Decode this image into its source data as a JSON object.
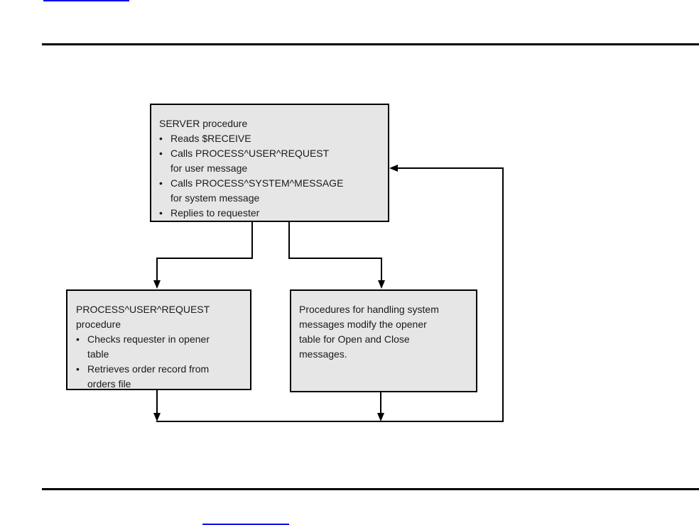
{
  "colors": {
    "link": "#0000ee",
    "box_fill": "#e6e6e6",
    "box_border": "#000000",
    "line": "#000000",
    "text": "#1a1a1a"
  },
  "diagram": {
    "bullet_char": "•",
    "server_box": {
      "title": "SERVER procedure",
      "items": [
        {
          "kind": "bullet",
          "text": "Reads $RECEIVE"
        },
        {
          "kind": "bullet",
          "text": "Calls PROCESS^USER^REQUEST"
        },
        {
          "kind": "cont",
          "text": "for user message"
        },
        {
          "kind": "bullet",
          "text": "Calls PROCESS^SYSTEM^MESSAGE"
        },
        {
          "kind": "cont",
          "text": "for system message"
        },
        {
          "kind": "bullet",
          "text": "Replies to requester"
        }
      ]
    },
    "user_box": {
      "title_line1": "PROCESS^USER^REQUEST",
      "title_line2": "procedure",
      "items": [
        {
          "kind": "bullet",
          "text": "Checks requester in opener"
        },
        {
          "kind": "cont",
          "text": "table"
        },
        {
          "kind": "bullet",
          "text": "Retrieves order record from"
        },
        {
          "kind": "cont",
          "text": "orders file"
        }
      ]
    },
    "system_box": {
      "lines": [
        "Procedures for handling system",
        "messages modify the opener",
        "table for Open and Close",
        "messages."
      ]
    }
  }
}
